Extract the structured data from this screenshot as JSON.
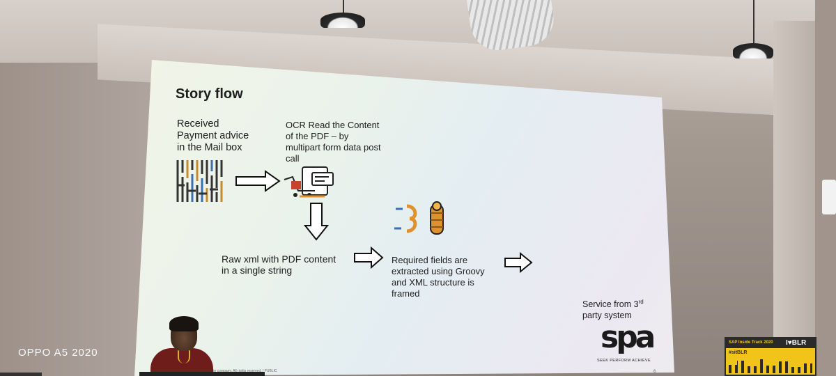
{
  "slide": {
    "title": "Story flow",
    "received_lines": [
      "Received",
      "Payment advice",
      "in the Mail box"
    ],
    "ocr_lines": [
      "OCR Read the Content",
      "of the PDF – by",
      "multipart form data post",
      "call"
    ],
    "raw_xml_lines": [
      "Raw xml with PDF content",
      "in a single string"
    ],
    "required_lines": [
      "Required fields are",
      "extracted using Groovy",
      "and XML structure is",
      "framed"
    ],
    "service_line1": "Service from 3",
    "service_sup": "rd",
    "service_line2": "party system",
    "logo_text": "spa",
    "logo_tagline": "SEEK  PERFORM  ACHIEVE",
    "footer": "iliate company. All rights reserved.  |  PUBLIC",
    "page_number": "6"
  },
  "camera_watermark": "OPPO A5 2020",
  "banner": {
    "line1": "SAP Inside Track 2020",
    "line2": "I♥BLR",
    "line3": "#sitBLR"
  }
}
